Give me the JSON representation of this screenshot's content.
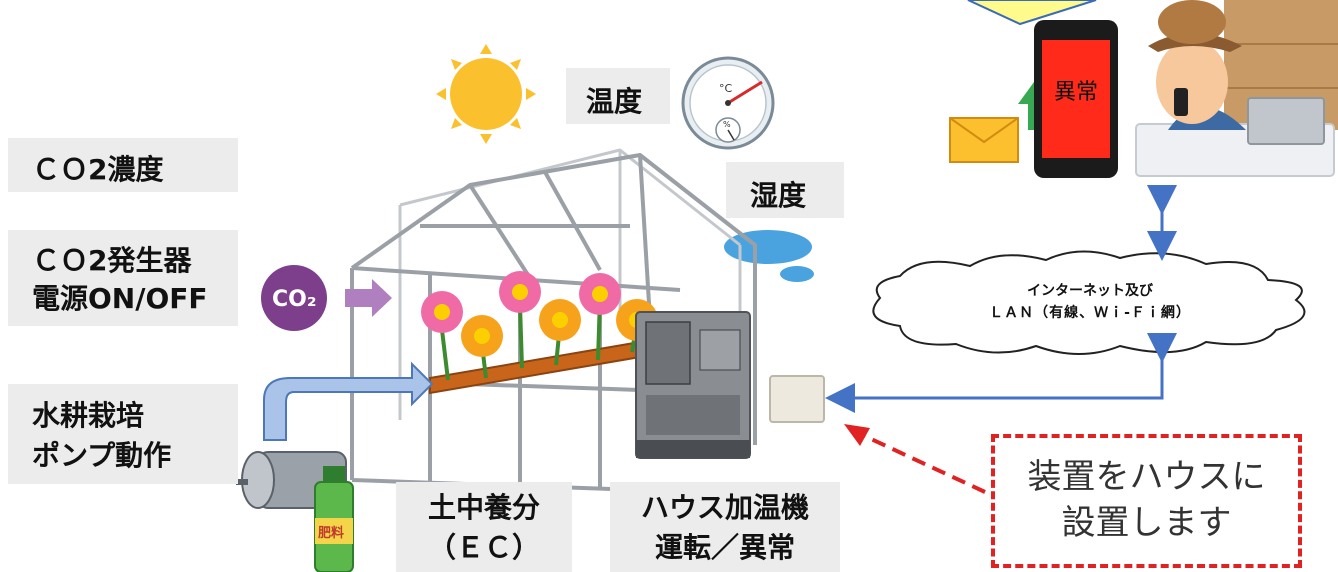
{
  "labels": {
    "co2_concentration": {
      "line1": "ＣＯ2濃度"
    },
    "co2_generator": {
      "line1": "ＣＯ2発生器",
      "line2": "電源ON/OFF"
    },
    "hydroponics": {
      "line1": "水耕栽培",
      "line2": "ポンプ動作"
    },
    "temperature": {
      "line1": "温度"
    },
    "humidity": {
      "line1": "湿度"
    },
    "soil_nutrients": {
      "line1": "土中養分",
      "line2": "（ＥＣ）"
    },
    "heater": {
      "line1": "ハウス加温機",
      "line2": "運転／異常"
    }
  },
  "network": {
    "line1": "インターネット及び",
    "line2": "ＬＡＮ（有線、Ｗｉ-Ｆｉ網）"
  },
  "phone": {
    "alert_text": "異常"
  },
  "callout": {
    "line1": "装置をハウスに",
    "line2": "設置します"
  },
  "icons": {
    "co2_badge": "CO₂",
    "fertilizer": "肥料",
    "thermometer_unit": "°C",
    "hygrometer_unit": "%"
  },
  "colors": {
    "label_bg": "#ececec",
    "arrow_blue": "#4472c4",
    "callout_red": "#e02222",
    "phone_red": "#ff2a1a",
    "sun": "#fbc02d"
  }
}
